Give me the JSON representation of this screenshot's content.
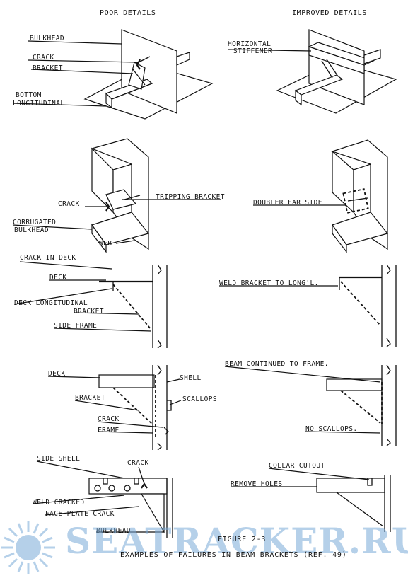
{
  "headers": {
    "poor": "POOR DETAILS",
    "improved": "IMPROVED DETAILS"
  },
  "panel1_poor": {
    "bulkhead": "BULKHEAD",
    "crack": "CRACK",
    "bracket": "BRACKET",
    "bottom_longitudinal_1": "BOTTOM",
    "bottom_longitudinal_2": "LONGITUDINAL"
  },
  "panel1_improved": {
    "horizontal_stiffener_1": "HORIZONTAL",
    "horizontal_stiffener_2": "STIFFENER"
  },
  "panel2_poor": {
    "crack": "CRACK",
    "tripping_bracket": "TRIPPING BRACKET",
    "corrugated_bulkhead_1": "CORRUGATED",
    "corrugated_bulkhead_2": "BULKHEAD",
    "web": "WEB"
  },
  "panel2_improved": {
    "doubler_far_side": "DOUBLER FAR SIDE"
  },
  "panel3_poor": {
    "crack_in_deck": "CRACK IN DECK",
    "deck": "DECK",
    "deck_longitudinal": "DECK LONGITUDINAL",
    "bracket": "BRACKET",
    "side_frame": "SIDE FRAME"
  },
  "panel3_improved": {
    "weld_bracket": "WELD BRACKET TO LONG'L."
  },
  "panel4_poor": {
    "deck": "DECK",
    "shell": "SHELL",
    "bracket": "BRACKET",
    "scallops": "SCALLOPS",
    "crack": "CRACK",
    "frame": "FRAME"
  },
  "panel4_improved": {
    "beam_continued": "BEAM CONTINUED TO FRAME.",
    "no_scallops": "NO SCALLOPS."
  },
  "panel5_poor": {
    "side_shell": "SIDE SHELL",
    "crack": "CRACK",
    "weld_cracked": "WELD CRACKED",
    "face_plate_crack": "FACE PLATE CRACK",
    "bulkhead": "BULKHEAD"
  },
  "panel5_improved": {
    "collar_cutout": "COLLAR CUTOUT",
    "remove_holes": "REMOVE HOLES"
  },
  "caption": {
    "figure": "FIGURE 2-3",
    "title": "EXAMPLES OF FAILURES IN BEAM BRACKETS (REF. 49)"
  },
  "watermark": {
    "text": "SEATRACKER.RU",
    "color": "#78AAD7",
    "icon": "sun-burst-logo-icon"
  }
}
